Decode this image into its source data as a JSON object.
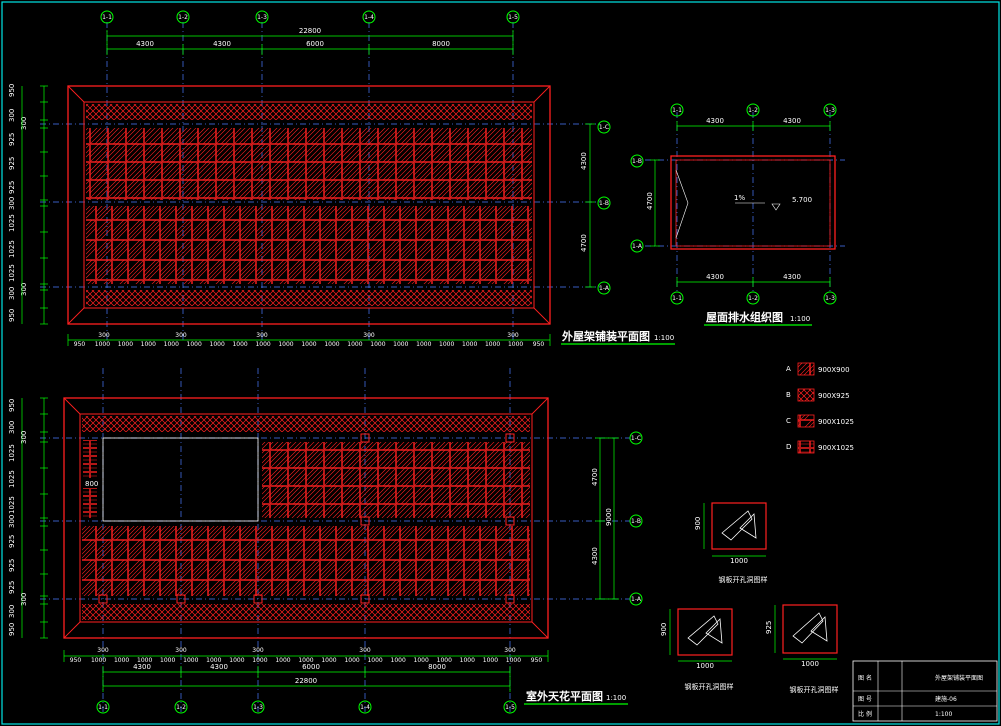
{
  "drawing": {
    "bg": "#000000",
    "frame_color": "#00e5e5",
    "dim_color": "#00ff00",
    "wall_color": "#ff0000",
    "axis_color": "#4a7bff",
    "text_color": "#ffffff"
  },
  "plan1": {
    "title": "外屋架铺装平面图",
    "scale": "1:100",
    "top_total": "22800",
    "top_dims": [
      "4300",
      "4300",
      "6000",
      "8000"
    ],
    "right_dims": [
      "4300",
      "4700"
    ],
    "left_dims": [
      "950",
      "300",
      "300",
      "925",
      "925",
      "925",
      "300",
      "1025",
      "1025",
      "1025",
      "300",
      "300",
      "950"
    ],
    "bottom_dims": [
      "950",
      "1000",
      "1000",
      "1000",
      "1000",
      "1000",
      "1000",
      "1000",
      "1000",
      "1000",
      "1000",
      "1000",
      "1000",
      "1000",
      "1000",
      "1000",
      "1000",
      "1000",
      "1000",
      "1000",
      "950"
    ],
    "bottom_small": [
      "300",
      "300",
      "300",
      "300",
      "300"
    ]
  },
  "plan2": {
    "title": "屋面排水组织图",
    "scale": "1:100",
    "top_dims": [
      "4300",
      "4300"
    ],
    "bottom_dims": [
      "4300",
      "4300"
    ],
    "left_dim": "4700",
    "slope": "1%",
    "elev": "5.700"
  },
  "plan3": {
    "title": "室外天花平面图",
    "scale": "1:100",
    "bottom_total": "22800",
    "bottom_dims": [
      "4300",
      "4300",
      "6000",
      "8000"
    ],
    "right_dims": [
      "4700",
      "4300"
    ],
    "right_total": "9000",
    "inner_label": "800"
  },
  "legend": {
    "items": [
      {
        "key": "A",
        "label": "900X900"
      },
      {
        "key": "B",
        "label": "900X925"
      },
      {
        "key": "C",
        "label": "900X1025"
      },
      {
        "key": "D",
        "label": "900X1025"
      }
    ]
  },
  "details": [
    {
      "width_label": "1000",
      "height_label": "900",
      "caption": "钢板开孔洞图样"
    },
    {
      "width_label": "1000",
      "height_label": "900",
      "caption": "钢板开孔洞图样"
    },
    {
      "width_label": "1000",
      "height_label": "925",
      "caption": "钢板开孔洞图样"
    }
  ],
  "title_block": {
    "rows": [
      {
        "label": "图 名",
        "value": "外屋架铺装平面图"
      },
      {
        "label": "图 号",
        "value": "建施-06"
      },
      {
        "label": "比 例",
        "value": "1:100"
      }
    ]
  }
}
